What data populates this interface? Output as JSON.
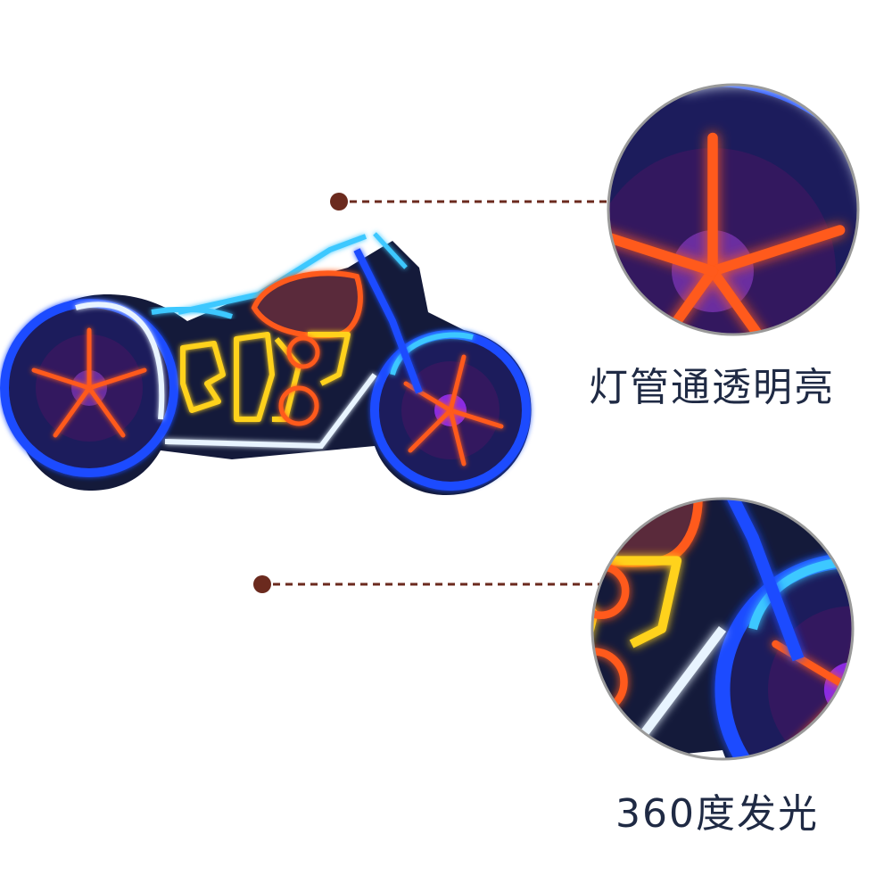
{
  "captions": {
    "first": "灯管通透明亮",
    "second": "360度发光"
  },
  "colors": {
    "caption_text": "#1f2a44",
    "callout_line": "#6b2a1e",
    "circle_border": "#9a9a9a",
    "neon_blue": "#1e4cff",
    "neon_cyan": "#3cc8ff",
    "neon_orange": "#ff5a1a",
    "neon_yellow": "#ffd21e",
    "neon_white": "#e8f4ff",
    "neon_purple": "#8a2be2"
  },
  "icons": {
    "main": "neon-motorcycle-sign",
    "zoom_1": "neon-front-wheel-detail",
    "zoom_2": "neon-engine-rear-wheel-detail"
  }
}
